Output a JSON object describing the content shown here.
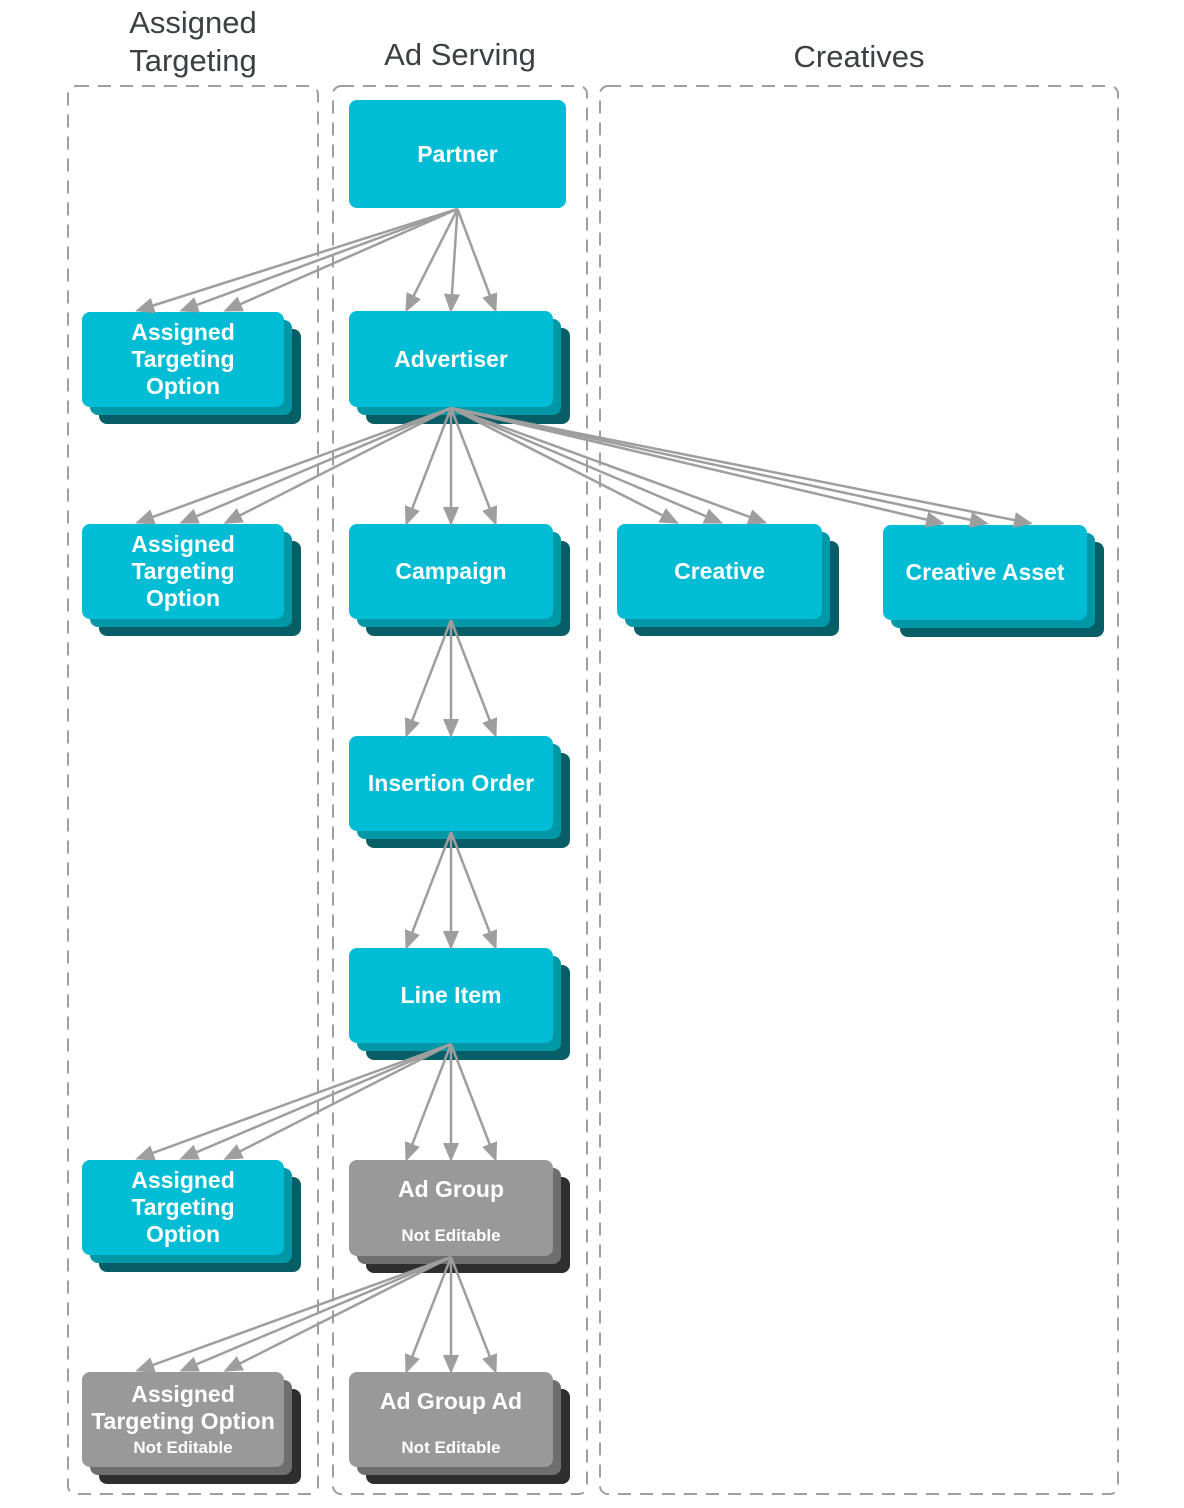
{
  "columns": [
    {
      "id": "assigned-targeting",
      "header": "Assigned\nTargeting"
    },
    {
      "id": "ad-serving",
      "header": "Ad Serving"
    },
    {
      "id": "creatives",
      "header": "Creatives"
    }
  ],
  "nodes": [
    {
      "id": "partner",
      "label": "Partner"
    },
    {
      "id": "advertiser",
      "label": "Advertiser"
    },
    {
      "id": "assigned-targeting-option-1",
      "label": "Assigned\nTargeting\nOption"
    },
    {
      "id": "campaign",
      "label": "Campaign"
    },
    {
      "id": "assigned-targeting-option-2",
      "label": "Assigned\nTargeting\nOption"
    },
    {
      "id": "creative",
      "label": "Creative"
    },
    {
      "id": "creative-asset",
      "label": "Creative Asset"
    },
    {
      "id": "insertion-order",
      "label": "Insertion Order"
    },
    {
      "id": "line-item",
      "label": "Line Item"
    },
    {
      "id": "assigned-targeting-option-3",
      "label": "Assigned\nTargeting\nOption"
    },
    {
      "id": "ad-group",
      "label": "Ad Group",
      "sublabel": "Not Editable"
    },
    {
      "id": "assigned-targeting-option-4",
      "label": "Assigned\nTargeting Option",
      "sublabel": "Not Editable"
    },
    {
      "id": "ad-group-ad",
      "label": "Ad Group Ad",
      "sublabel": "Not Editable"
    }
  ],
  "edges": [
    {
      "from": "partner",
      "to": "assigned-targeting-option-1"
    },
    {
      "from": "partner",
      "to": "advertiser"
    },
    {
      "from": "advertiser",
      "to": "assigned-targeting-option-2"
    },
    {
      "from": "advertiser",
      "to": "campaign"
    },
    {
      "from": "advertiser",
      "to": "creative"
    },
    {
      "from": "advertiser",
      "to": "creative-asset"
    },
    {
      "from": "campaign",
      "to": "insertion-order"
    },
    {
      "from": "insertion-order",
      "to": "line-item"
    },
    {
      "from": "line-item",
      "to": "assigned-targeting-option-3"
    },
    {
      "from": "line-item",
      "to": "ad-group"
    },
    {
      "from": "ad-group",
      "to": "assigned-targeting-option-4"
    },
    {
      "from": "ad-group",
      "to": "ad-group-ad"
    }
  ],
  "colors": {
    "box_cyan": "#00BCD4",
    "box_cyan_mid": "#0097A7",
    "box_cyan_dark": "#075E66",
    "box_gray": "#999999",
    "box_gray_mid": "#6E6E6E",
    "box_gray_dark": "#2E2E2E",
    "arrow": "#9E9E9E",
    "column_border": "#9E9E9E",
    "header_text": "#3C4043"
  }
}
